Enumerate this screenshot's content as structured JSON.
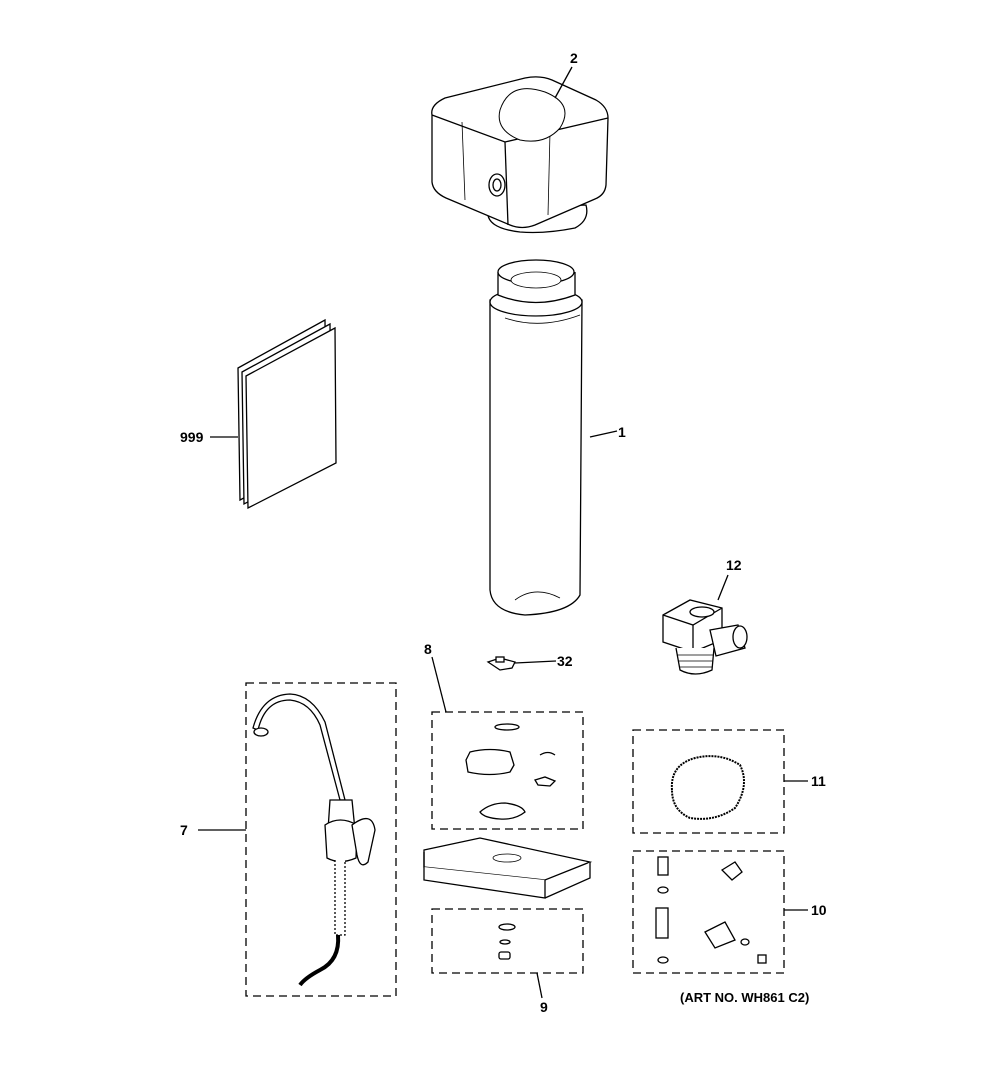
{
  "callouts": {
    "c1": "1",
    "c2": "2",
    "c7": "7",
    "c8": "8",
    "c9": "9",
    "c10": "10",
    "c11": "11",
    "c12": "12",
    "c32": "32",
    "c999": "999"
  },
  "art_number": "(ART NO. WH861 C2)"
}
